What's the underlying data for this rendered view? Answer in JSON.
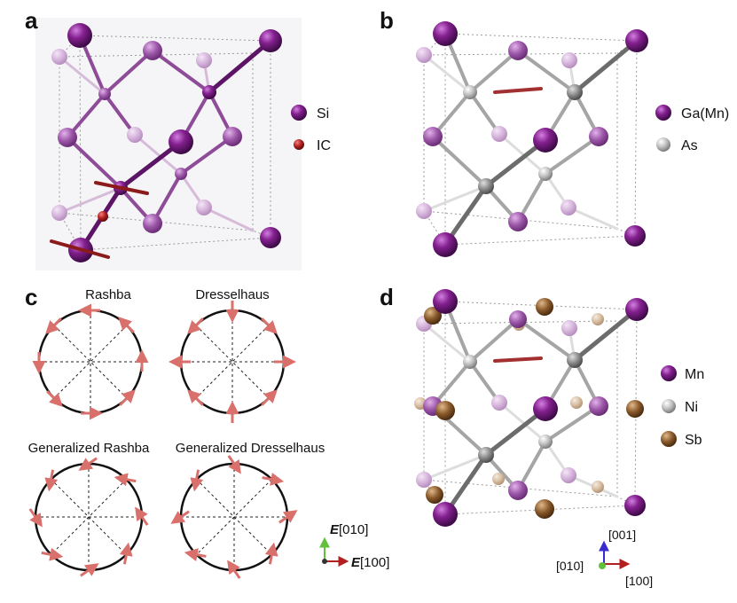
{
  "panels": {
    "a": {
      "label": "a",
      "legend": [
        {
          "text": "Si",
          "color": "#7a1b86"
        },
        {
          "text": "IC",
          "color": "#b3201f"
        }
      ]
    },
    "b": {
      "label": "b",
      "legend": [
        {
          "text": "Ga(Mn)",
          "color": "#7a1b86"
        },
        {
          "text": "As",
          "color": "#b8b8b8"
        }
      ]
    },
    "c": {
      "label": "c",
      "titles": {
        "rashba": "Rashba",
        "dresselhaus": "Dresselhaus",
        "gen_rashba": "Generalized Rashba",
        "gen_dresselhaus": "Generalized Dresselhaus"
      },
      "axes": {
        "e_bold": "E",
        "y_suffix": "[010]",
        "x_suffix": "[100]"
      }
    },
    "d": {
      "label": "d",
      "legend": [
        {
          "text": "Mn",
          "color": "#7a1b86"
        },
        {
          "text": "Ni",
          "color": "#b8b8b8"
        },
        {
          "text": "Sb",
          "color": "#8a5a2b"
        }
      ],
      "axes": {
        "up": "[001]",
        "left": "[010]",
        "right": "[100]"
      }
    }
  },
  "colors": {
    "si_dark": "#7a1b86",
    "si_light": "#c9a6cf",
    "as_grey": "#b8b8b8",
    "sb_brown": "#8a5a2b",
    "arrow_red": "#d9706b",
    "ic_red": "#b3201f"
  }
}
